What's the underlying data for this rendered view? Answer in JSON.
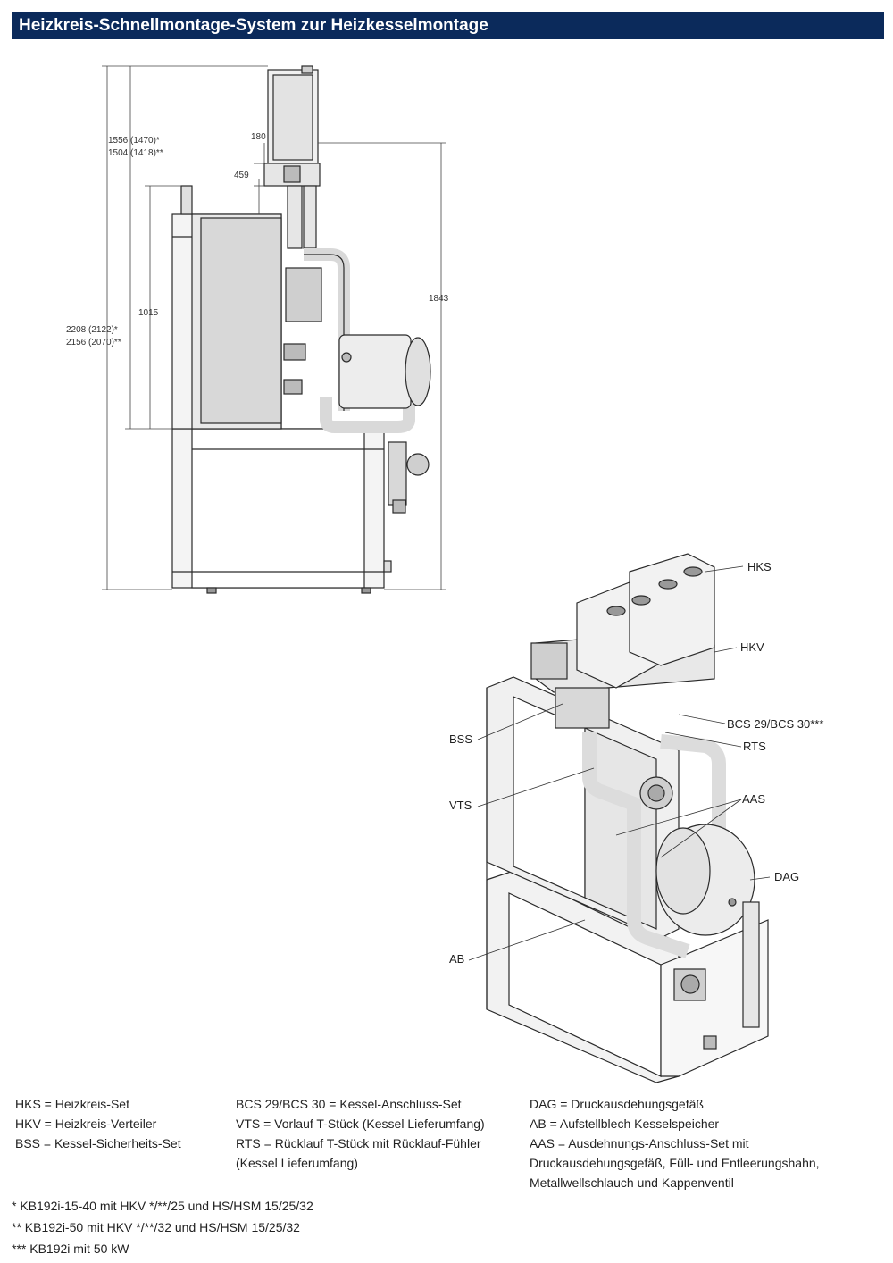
{
  "header": {
    "title": "Heizkreis-Schnellmontage-System zur Heizkesselmontage"
  },
  "side_view": {
    "dims": {
      "d1": "1556 (1470)*",
      "d2": "1504 (1418)**",
      "d3": "180",
      "d4": "459",
      "d5": "1015",
      "d6": "1843",
      "d7": "2208 (2122)*",
      "d8": "2156 (2070)**"
    }
  },
  "iso_view": {
    "labels": {
      "hks": "HKS",
      "hkv": "HKV",
      "bcs": "BCS 29/BCS 30***",
      "rts": "RTS",
      "bss": "BSS",
      "vts": "VTS",
      "aas": "AAS",
      "dag": "DAG",
      "ab": "AB"
    }
  },
  "legend": {
    "col1": [
      "HKS = Heizkreis-Set",
      "HKV = Heizkreis-Verteiler",
      "BSS = Kessel-Sicherheits-Set"
    ],
    "col2": [
      "BCS 29/BCS 30 = Kessel-Anschluss-Set",
      "VTS = Vorlauf T-Stück (Kessel Lieferumfang)",
      "RTS = Rücklauf T-Stück mit Rücklauf-Fühler",
      "(Kessel Lieferumfang)"
    ],
    "col3": [
      "DAG = Druckausdehungsgefäß",
      "AB = Aufstellblech Kesselspeicher",
      "AAS = Ausdehnungs-Anschluss-Set mit",
      "Druckausdehungsgefäß, Füll- und Entleerungshahn,",
      "Metallwellschlauch und Kappenventil"
    ]
  },
  "notes": [
    "* KB192i-15-40 mit HKV */**/25 und HS/HSM 15/25/32",
    "** KB192i-50 mit HKV */**/32 und HS/HSM 15/25/32",
    "*** KB192i mit 50 kW"
  ],
  "colors": {
    "header_bg": "#0b2a5b",
    "line": "#2a2a2a",
    "panel": "#e8e8e8"
  }
}
